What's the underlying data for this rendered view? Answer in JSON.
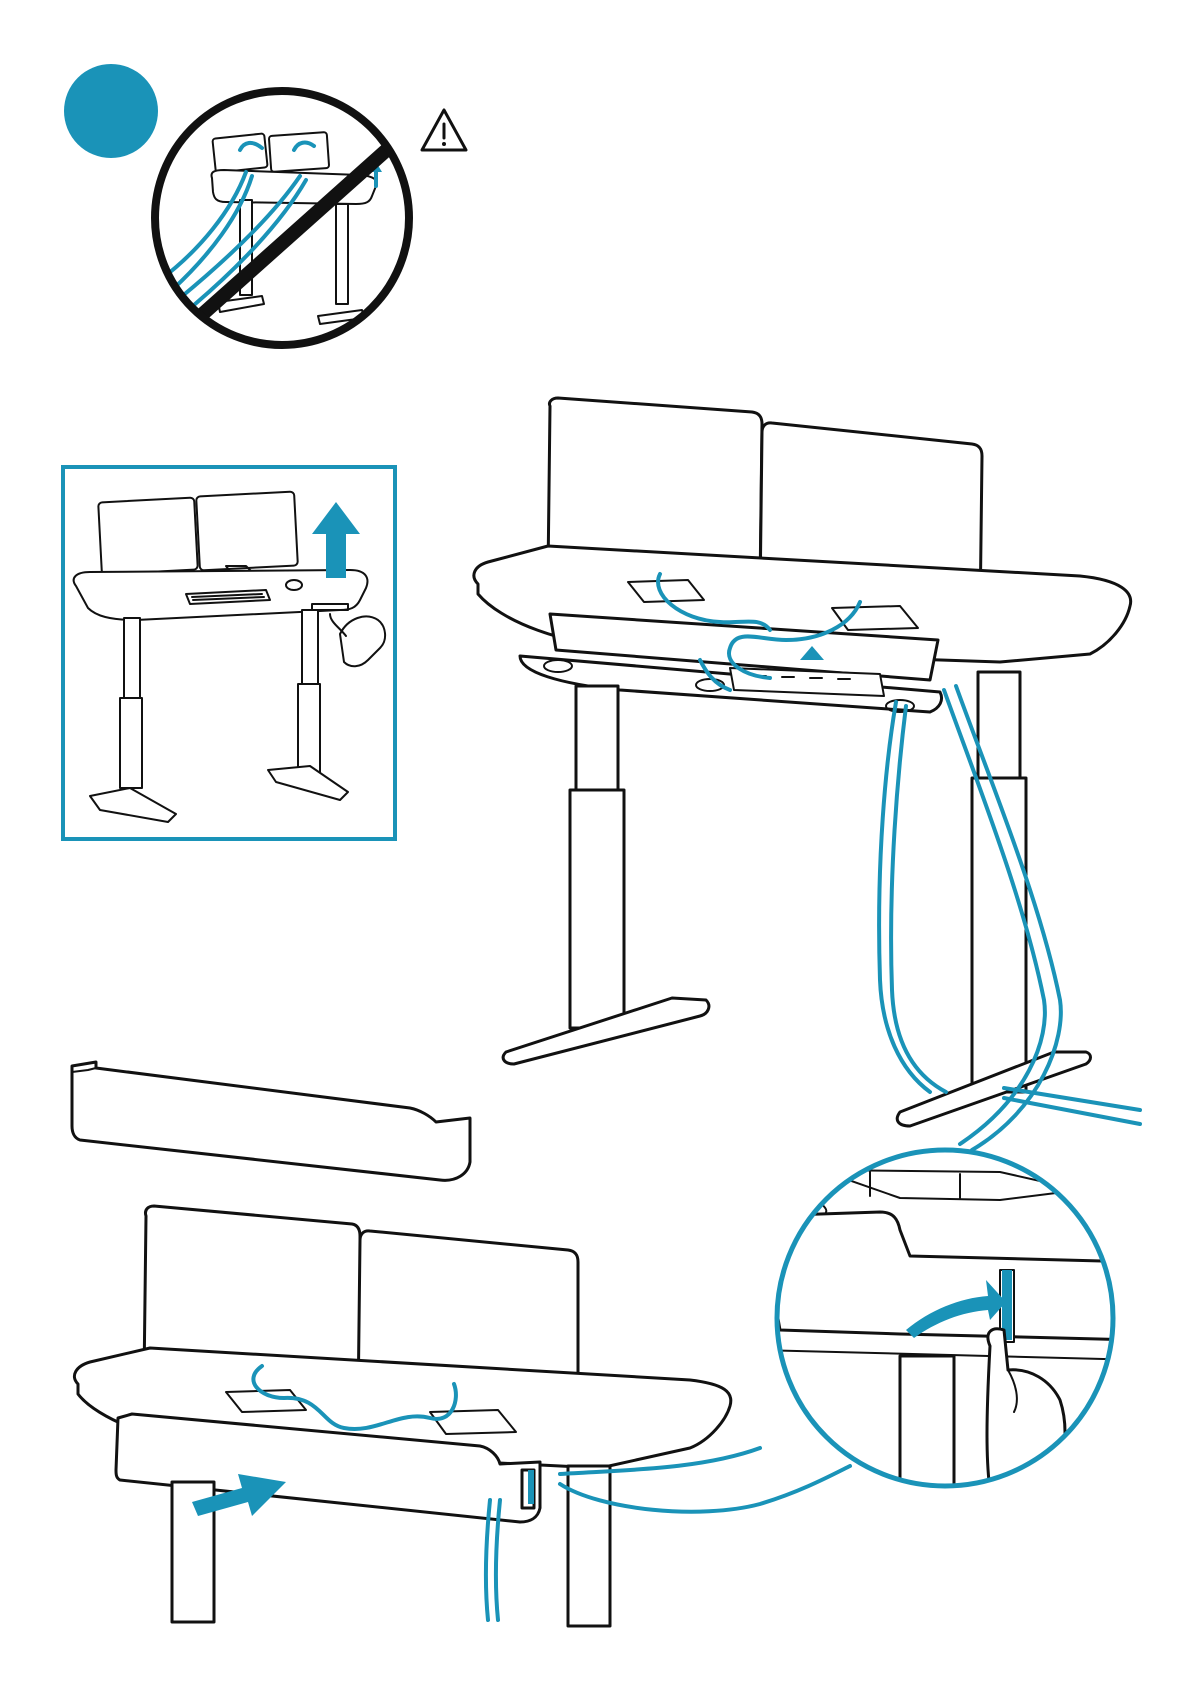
{
  "page": {
    "background": "#ffffff"
  },
  "colors": {
    "accent": "#1a93b8",
    "line": "#111111",
    "surface": "#ffffff"
  },
  "step": {
    "badge_number": ""
  },
  "icons": {
    "step_badge": "blue-circle",
    "warning": "warning-triangle-icon",
    "prohibited": "prohibition-circle-icon",
    "raise": "arrow-up-icon",
    "push": "arrow-right-icon",
    "hand": "hand-icon"
  },
  "panels": {
    "warning_scene": "desk-with-cables-prohibited",
    "raise_desk": "raise-desk-to-max-height",
    "route_cables": "route-cables-through-tray-and-leg",
    "cover_panel": "cable-cover-panel",
    "attach_cover": "slide-cover-onto-desk",
    "detail_zoom": "insert-cover-clip-detail"
  }
}
